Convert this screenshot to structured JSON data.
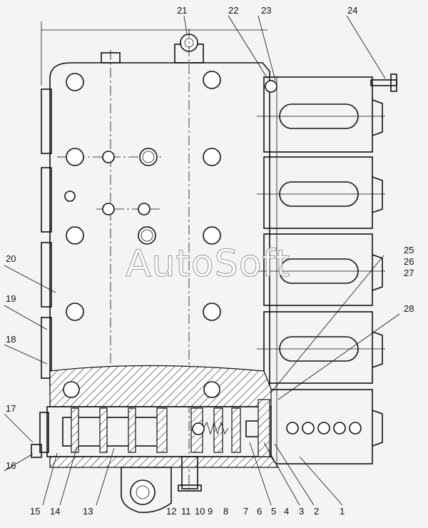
{
  "watermark": "AutoSoft",
  "callouts": [
    "1",
    "2",
    "3",
    "4",
    "5",
    "6",
    "7",
    "8",
    "9",
    "10",
    "11",
    "12",
    "13",
    "14",
    "15",
    "16",
    "17",
    "18",
    "19",
    "20",
    "21",
    "22",
    "23",
    "24",
    "25",
    "26",
    "27",
    "28"
  ],
  "colors": {
    "line": "#111111",
    "paper": "#f4f4f2"
  }
}
